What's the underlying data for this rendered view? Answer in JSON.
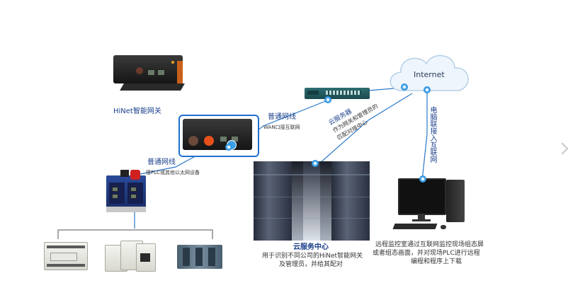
{
  "labels": {
    "hinet_gateway": "HiNet智能网关",
    "normal_network_top": "普通网线",
    "wan_connect": "WAN口接互联网",
    "normal_network_left": "普通网线",
    "plc_connect": "接PLC或其他以太网设备",
    "internet": "Internet",
    "cloud_server_line1": "云服务器",
    "cloud_server_line2": "作为网关和管理员的",
    "cloud_server_line3": "匹配对接中心",
    "computer_connect": "电脑联接入互联网",
    "cloud_center_title": "云服务中心",
    "cloud_center_desc1": "用于识别不同公司的HiNet智能网关",
    "cloud_center_desc2": "及管理员，并给其配对",
    "remote_desc1": "远程监控室通过互联网监控现场组态屏",
    "remote_desc2": "或者组态画面，并对现场PLC进行远程",
    "remote_desc3": "编程和程序上下载"
  },
  "colors": {
    "link_line": "#2a78c8",
    "text_blue": "#1a3f8a",
    "cloud_fill": "#eef5fc",
    "highlight_frame": "#1f6fd0"
  }
}
